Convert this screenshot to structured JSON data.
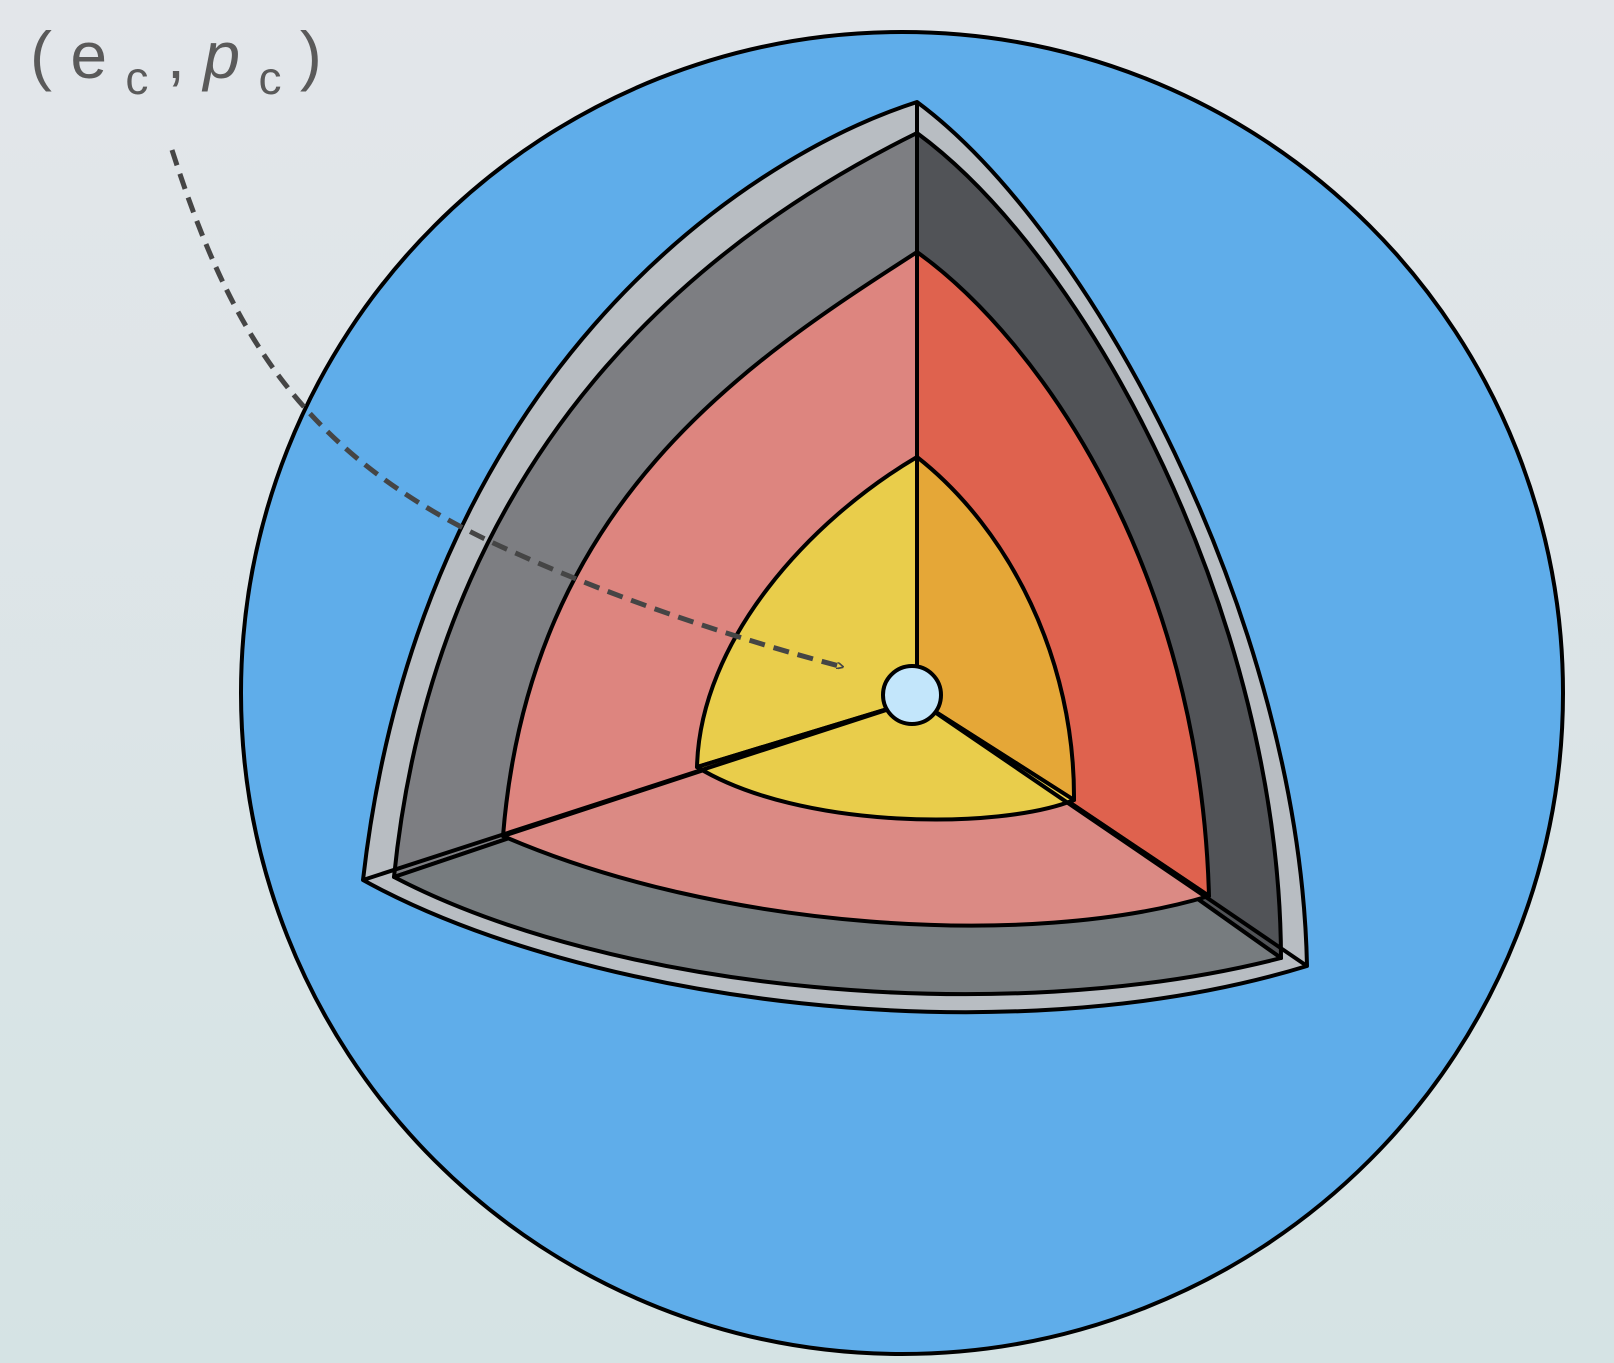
{
  "label": {
    "open_paren": "(",
    "e_base": "e",
    "e_sub": "c",
    "comma": " , ",
    "p_base": "p",
    "p_sub": "c",
    "close_paren": " )"
  },
  "colors": {
    "background_top": "#e3e6ea",
    "background_bottom": "#d5e3e4",
    "sphere": "#5fadea",
    "outer_rim": "#b8bdc2",
    "grey_shell_left": "#7d7e82",
    "grey_shell_right": "#515357",
    "grey_shell_bottom": "#777c7f",
    "mantle_left": "#dd857f",
    "mantle_right": "#df624e",
    "mantle_bottom": "#db8a84",
    "core_left": "#e9cd4b",
    "core_right": "#e5a737",
    "core_bottom": "#e9cd4b",
    "center_point": "#c3e6fb",
    "arrow": "#454545",
    "outline": "#000000"
  }
}
